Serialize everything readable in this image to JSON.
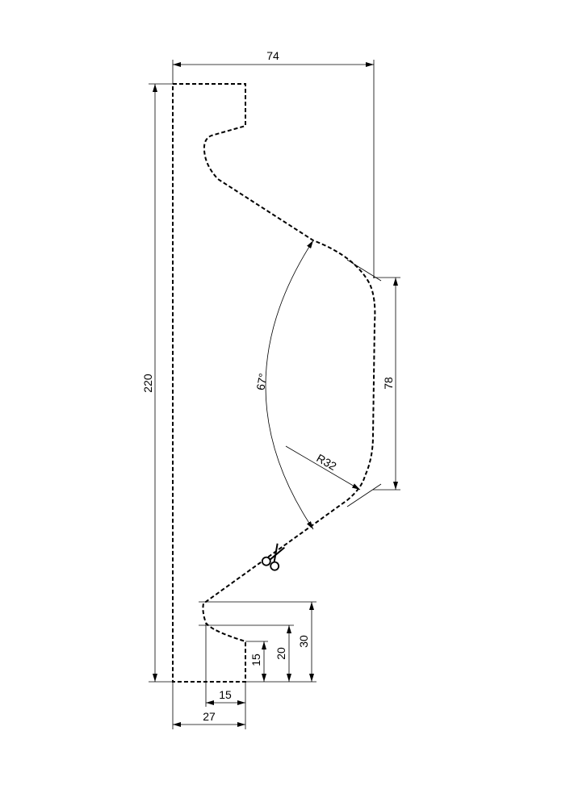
{
  "drawing": {
    "dimensions": {
      "overall_width": "74",
      "overall_height": "220",
      "profile_height": "78",
      "radius": "R32",
      "angle": "67°",
      "lip_height_outer": "30",
      "lip_height_mid": "20",
      "lip_height_inner": "15",
      "slot_width": "15",
      "base_width": "27"
    },
    "icons": [
      "scissors-icon"
    ]
  }
}
